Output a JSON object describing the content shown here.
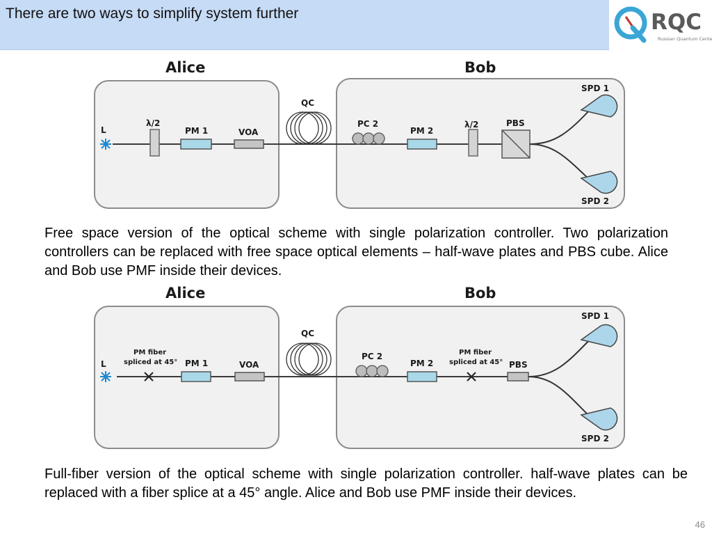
{
  "slide": {
    "title": "There are two ways to simplify system further",
    "page_number": "46"
  },
  "logo": {
    "wordmark": "RQC",
    "tagline": "Russian Quantum Center",
    "accent_color": "#3aa6d6",
    "icon": "rqc-logo-icon"
  },
  "diagram1": {
    "alice_label": "Alice",
    "bob_label": "Bob",
    "laser": "L",
    "half_wave_alice": "λ/2",
    "pm1": "PM 1",
    "voa": "VOA",
    "qc": "QC",
    "pc2": "PC 2",
    "pm2": "PM 2",
    "half_wave_bob": "λ/2",
    "pbs": "PBS",
    "spd1": "SPD 1",
    "spd2": "SPD 2"
  },
  "caption1": "Free space version of the optical scheme with single polarization controller. Two polarization controllers can be replaced with free space optical elements – half-wave plates and PBS cube. Alice and Bob use PMF inside their devices.",
  "diagram2": {
    "alice_label": "Alice",
    "bob_label": "Bob",
    "laser": "L",
    "splice_alice_line1": "PM fiber",
    "splice_alice_line2": "spliced at 45°",
    "pm1": "PM 1",
    "voa": "VOA",
    "qc": "QC",
    "pc2": "PC 2",
    "pm2": "PM 2",
    "splice_bob_line1": "PM fiber",
    "splice_bob_line2": "spliced at 45°",
    "pbs": "PBS",
    "spd1": "SPD 1",
    "spd2": "SPD 2"
  },
  "caption2": "Full-fiber version of the optical scheme with single polarization controller. half-wave plates can be replaced with a fiber splice at a 45° angle. Alice and Bob use PMF inside their devices.",
  "colors": {
    "box_fill": "#f1f1f1",
    "box_stroke": "#8c8c8c",
    "modulator_fill": "#a9d8e8",
    "detector_fill": "#aed6ea",
    "laser_color": "#1e88d0",
    "title_bar": "#c6dbf5"
  }
}
